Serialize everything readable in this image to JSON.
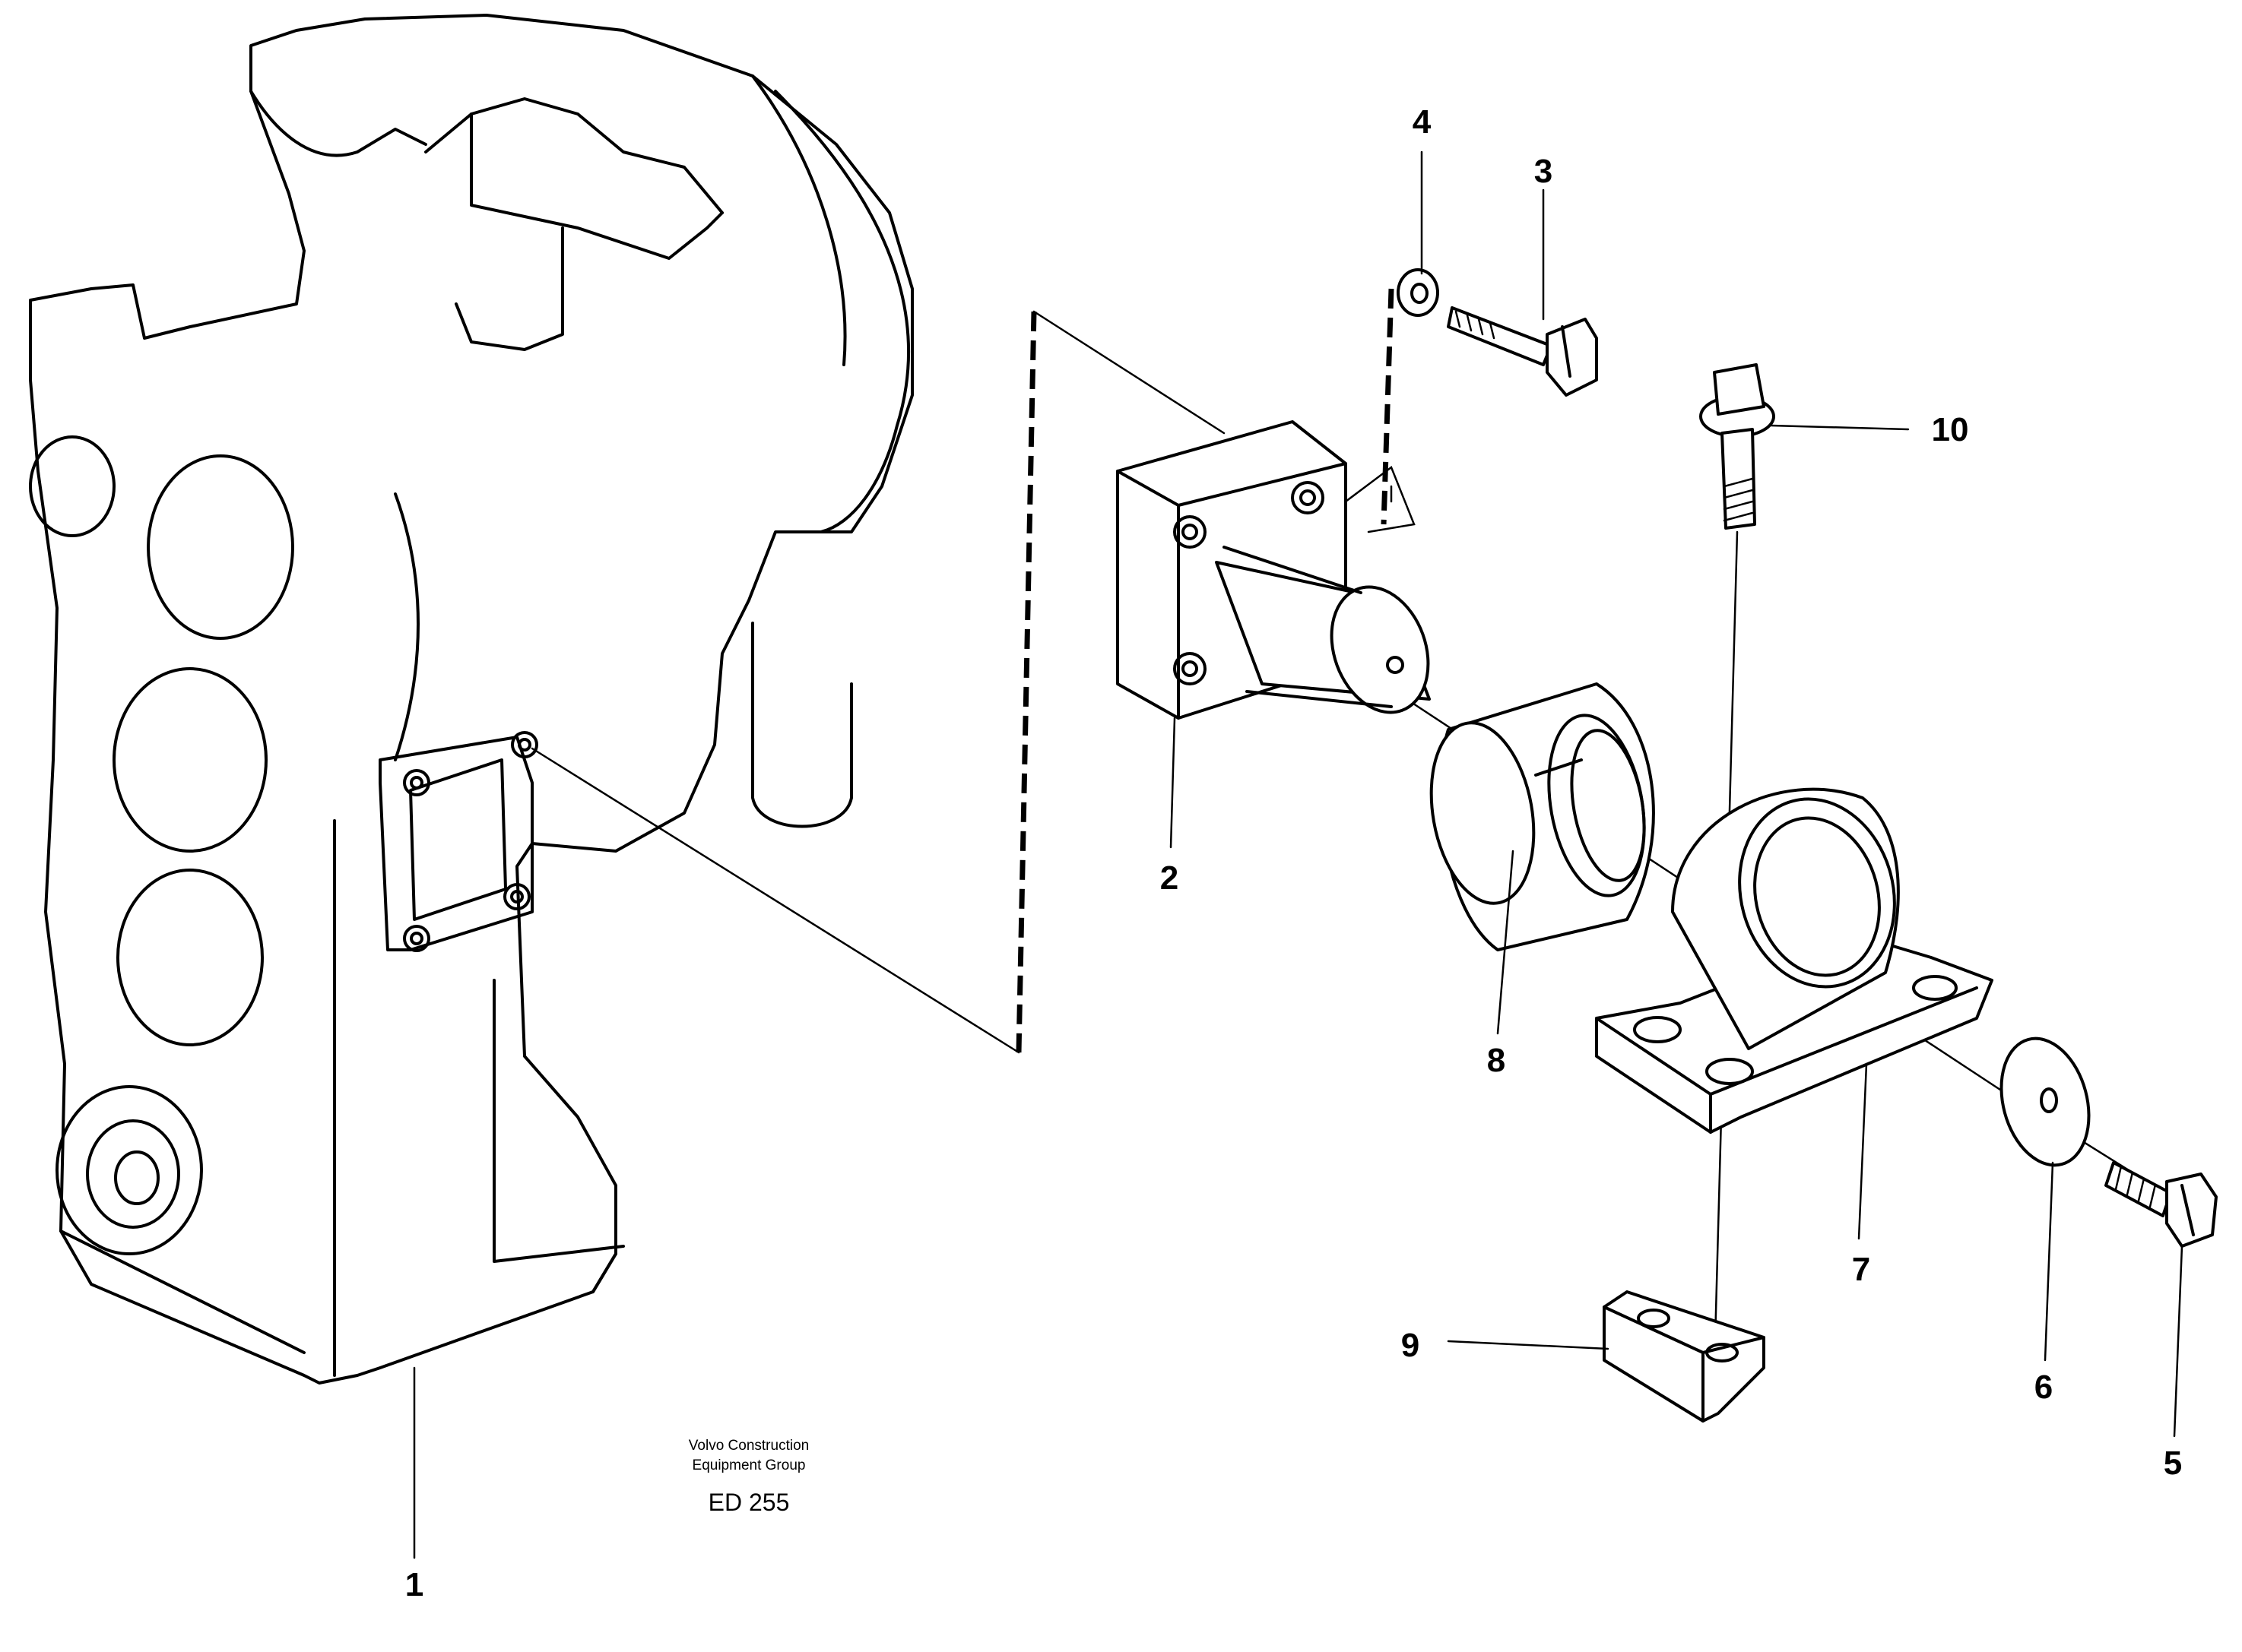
{
  "callouts": {
    "c1": "1",
    "c2": "2",
    "c3": "3",
    "c4": "4",
    "c5": "5",
    "c6": "6",
    "c7": "7",
    "c8": "8",
    "c9": "9",
    "c10": "10"
  },
  "credit": {
    "line1": "Volvo Construction",
    "line2": "Equipment Group",
    "code": "ED 255"
  }
}
